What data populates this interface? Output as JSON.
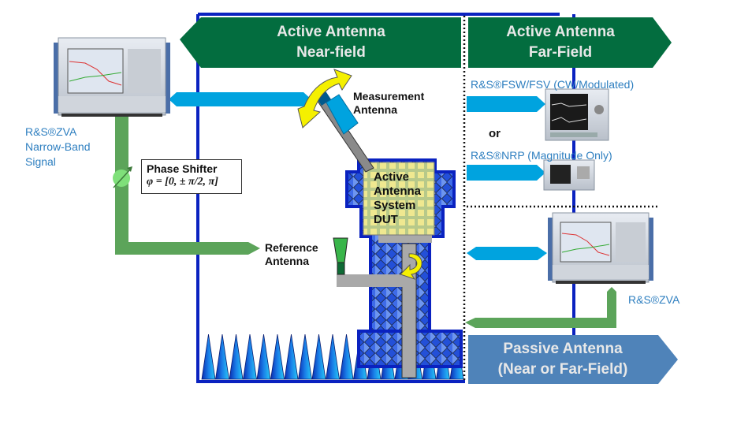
{
  "banners": {
    "near_field": {
      "line1": "Active Antenna",
      "line2": "Near-field"
    },
    "far_field": {
      "line1": "Active Antenna",
      "line2": "Far-Field"
    },
    "passive": {
      "line1": "Passive Antenna",
      "line2": "(Near or Far-Field)"
    }
  },
  "instruments": {
    "zva_left": {
      "line1": "R&S®ZVA",
      "line2": "Narrow-Band",
      "line3": "Signal"
    },
    "fsw": {
      "label": "R&S®FSW/FSV (CW/Modulated)"
    },
    "or_label": "or",
    "nrp": {
      "label": "R&S®NRP (Magnitude Only)"
    },
    "zva_right": {
      "label": "R&S®ZVA"
    }
  },
  "phase_shifter": {
    "title": "Phase Shifter",
    "formula": "φ = [0, ± π/2, π]"
  },
  "measurement_antenna": {
    "line1": "Measurement",
    "line2": "Antenna"
  },
  "reference_antenna": {
    "line1": "Reference",
    "line2": "Antenna"
  },
  "dut": {
    "line1": "Active",
    "line2": "Antenna",
    "line3": "System",
    "line4": "DUT"
  },
  "colors": {
    "banner_green": "#036d3f",
    "banner_blue": "#4f83b9",
    "chamber_blue": "#0a22c0",
    "signal_cyan": "#00a3df",
    "signal_green": "#5ca45a",
    "label_blue": "#2e7fc0",
    "rotation_yellow": "#f5f000"
  }
}
